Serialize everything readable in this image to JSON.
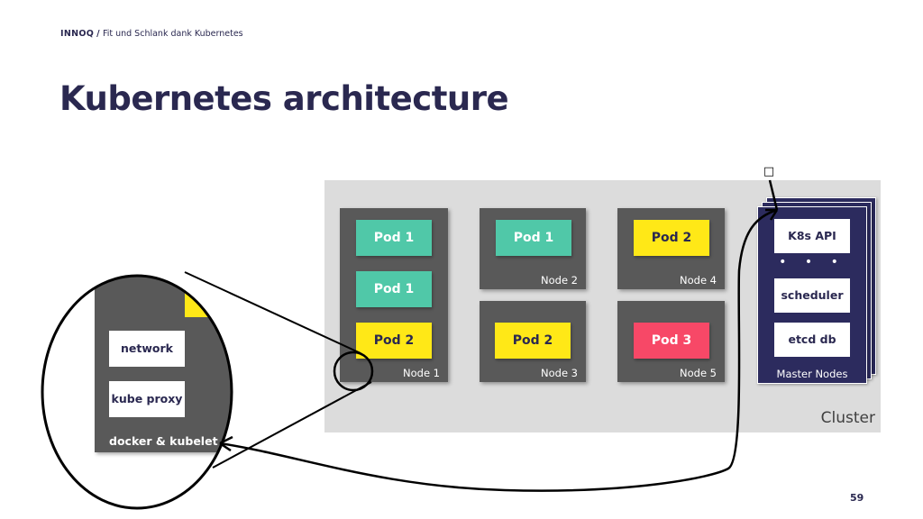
{
  "header": {
    "brand": "INNOQ",
    "separator": "/",
    "subtitle": "Fit und Schlank dank Kubernetes"
  },
  "title": "Kubernetes architecture",
  "cluster": {
    "label": "Cluster"
  },
  "nodes": [
    {
      "label": "Node 1",
      "pods": [
        "Pod 1",
        "Pod 1",
        "Pod 2"
      ]
    },
    {
      "label": "Node 2",
      "pods": [
        "Pod 1"
      ]
    },
    {
      "label": "Node 3",
      "pods": [
        "Pod 2"
      ]
    },
    {
      "label": "Node 4",
      "pods": [
        "Pod 2"
      ]
    },
    {
      "label": "Node 5",
      "pods": [
        "Pod 3"
      ]
    }
  ],
  "master": {
    "label": "Master Nodes",
    "components": [
      "K8s API",
      "scheduler",
      "etcd db"
    ],
    "ellipsis": "• • •"
  },
  "kubectl_icon": "user-terminal-icon",
  "zoom": {
    "components": [
      "network",
      "kube proxy"
    ],
    "label": "docker & kubelet"
  },
  "colors": {
    "pod1": "#50c8a8",
    "pod2": "#ffe817",
    "pod3": "#f74867",
    "node": "#595959",
    "master": "#2c2b5e",
    "cluster": "#dcdcdc",
    "title": "#2a2850"
  },
  "page_number": "59"
}
